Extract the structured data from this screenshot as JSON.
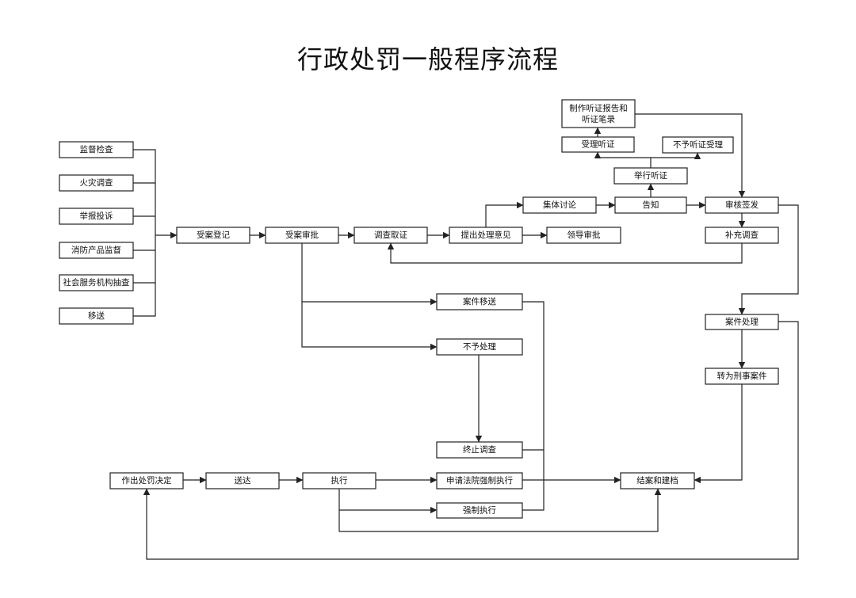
{
  "title": "行政处罚一般程序流程",
  "nodes": {
    "jiandu": {
      "label": "监督检查"
    },
    "huozai": {
      "label": "火灾调查"
    },
    "jubao": {
      "label": "举报投诉"
    },
    "xiaofang": {
      "label": "消防产品监督"
    },
    "shehui": {
      "label": "社会服务机构抽查"
    },
    "yisong": {
      "label": "移送"
    },
    "shouan_dj": {
      "label": "受案登记"
    },
    "shouan_sp": {
      "label": "受案审批"
    },
    "diaocha": {
      "label": "调查取证"
    },
    "tichu": {
      "label": "提出处理意见"
    },
    "lingdao": {
      "label": "领导审批"
    },
    "jiti": {
      "label": "集体讨论"
    },
    "gaozhi": {
      "label": "告知"
    },
    "shenhe": {
      "label": "审核签发"
    },
    "buchong": {
      "label": "补充调查"
    },
    "juxing": {
      "label": "举行听证"
    },
    "shouli": {
      "label": "受理听证"
    },
    "buyu_tz": {
      "label": "不予听证受理"
    },
    "zhizuo": {
      "lines": [
        "制作听证报告和",
        "听证笔录"
      ]
    },
    "anjian_ys": {
      "label": "案件移送"
    },
    "buyu_cl": {
      "label": "不予处理"
    },
    "zhongzhi": {
      "label": "终止调查"
    },
    "anjian_cl": {
      "label": "案件处理"
    },
    "zhuanwei": {
      "label": "转为刑事案件"
    },
    "zuochu": {
      "label": "作出处罚决定"
    },
    "songda": {
      "label": "送达"
    },
    "zhixing": {
      "label": "执行"
    },
    "shenqing": {
      "label": "申请法院强制执行"
    },
    "qiangzhi": {
      "label": "强制执行"
    },
    "jiean": {
      "label": "结案和建档"
    }
  }
}
